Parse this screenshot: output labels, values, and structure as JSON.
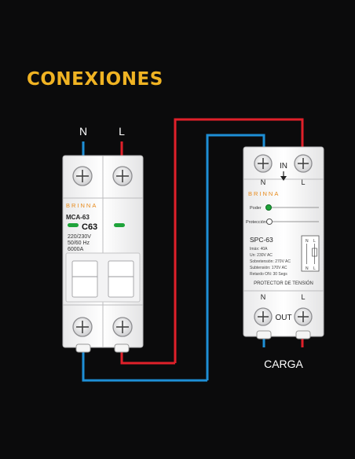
{
  "title": "CONEXIONES",
  "colors": {
    "background": "#0b0b0c",
    "title": "#f0b323",
    "neutral_wire": "#1e8fd6",
    "live_wire": "#e0202a",
    "led": "#1fa33a"
  },
  "breaker": {
    "terminal_n": "N",
    "terminal_l": "L",
    "brand": "BRINNA",
    "model": "MCA-63",
    "rating": "C63",
    "voltage": "220/230V",
    "frequency": "50/60 Hz",
    "capacity": "6000A"
  },
  "protector": {
    "in_label": "IN",
    "in_n": "N",
    "in_l": "L",
    "brand": "BRINNA",
    "power_label": "Poder",
    "protection_label": "Protección",
    "model": "SPC-63",
    "specs": [
      "Imáx: 40A",
      "Un: 230V AC",
      "Sobretensión: 270V AC",
      "Subtensión: 170V AC",
      "Retardo ON: 30 Segs"
    ],
    "diagram_n": "N",
    "diagram_l": "L",
    "name": "PROTECTOR DE TENSIÓN",
    "out_n": "N",
    "out_l": "L",
    "out_label": "OUT"
  },
  "load_label": "CARGA"
}
